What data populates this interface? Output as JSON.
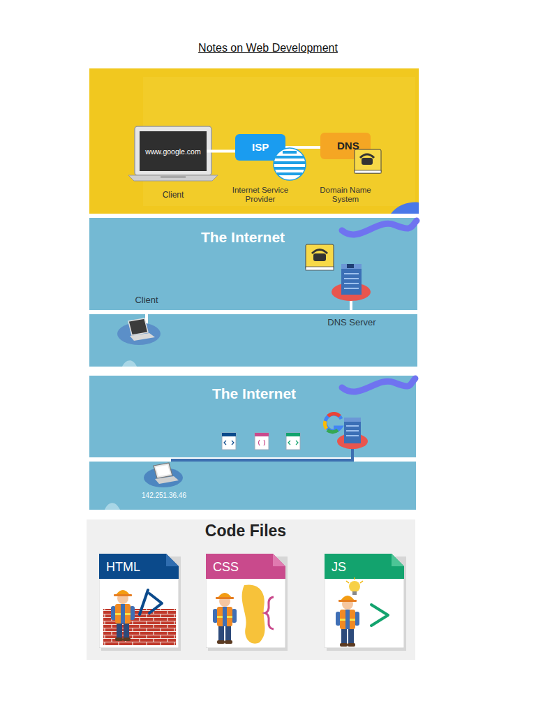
{
  "diagram": {
    "title": "Notes on Web Development",
    "nodes": [
      {
        "text": [
          "www.google.com",
          "Client"
        ]
      },
      {
        "text": [
          "ISP",
          "Internet Service Provider"
        ]
      },
      {
        "text": [
          "DNS",
          "Domain Name System"
        ]
      },
      {
        "text": [
          "The Internet"
        ]
      },
      {
        "text": [
          "The Internet"
        ]
      },
      {
        "text": [
          "Code Files"
        ]
      },
      {
        "text": [
          "HTML"
        ],
        "in": 5
      },
      {
        "text": [
          "CSS"
        ],
        "in": 5
      },
      {
        "text": [
          "JS"
        ],
        "in": 5
      }
    ],
    "edges": [
      {
        "from": 0,
        "to": 1,
        "arrow": "none"
      },
      {
        "from": 1,
        "to": 2,
        "arrow": "none"
      }
    ],
    "labels": [
      "Client",
      "DNS Server",
      "142.251.36.46"
    ]
  }
}
